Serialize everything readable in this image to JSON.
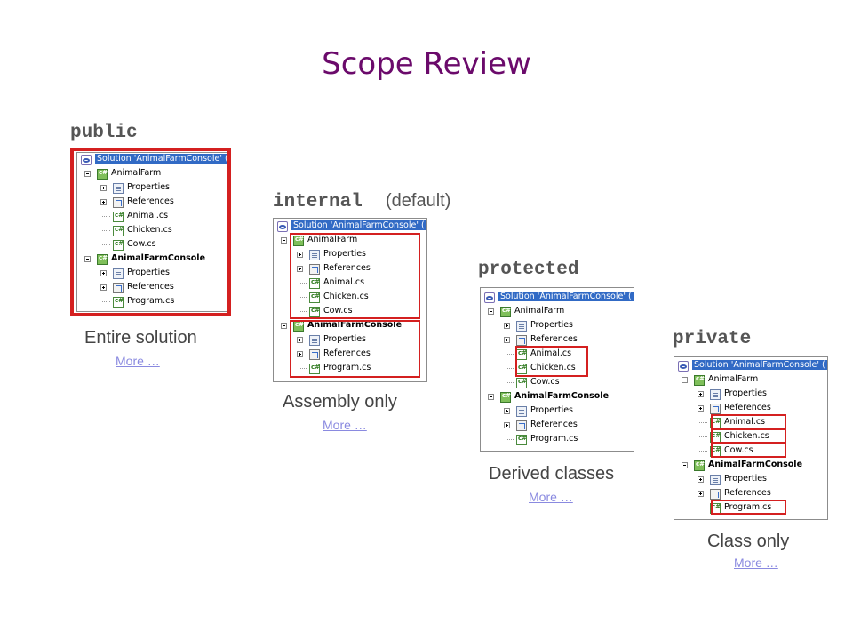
{
  "title": "Scope Review",
  "colors": {
    "title": "#6b0a6b",
    "highlight": "#d42020",
    "link": "#8a8ae0",
    "selection": "#316ac5"
  },
  "tree": [
    {
      "label": "Solution 'AnimalFarmConsole' (",
      "icon": "solution-icon",
      "indent": 0,
      "expander": "none",
      "style": "sel"
    },
    {
      "label": "AnimalFarm",
      "icon": "project-icon",
      "indent": 1,
      "expander": "minus",
      "style": ""
    },
    {
      "label": "Properties",
      "icon": "properties-icon",
      "indent": 2,
      "expander": "plus",
      "style": ""
    },
    {
      "label": "References",
      "icon": "references-icon",
      "indent": 2,
      "expander": "plus",
      "style": ""
    },
    {
      "label": "Animal.cs",
      "icon": "cs-file-icon",
      "indent": 2,
      "expander": "none",
      "style": ""
    },
    {
      "label": "Chicken.cs",
      "icon": "cs-file-icon",
      "indent": 2,
      "expander": "none",
      "style": ""
    },
    {
      "label": "Cow.cs",
      "icon": "cs-file-icon",
      "indent": 2,
      "expander": "none",
      "style": ""
    },
    {
      "label": "AnimalFarmConsole",
      "icon": "project-icon",
      "indent": 1,
      "expander": "minus",
      "style": "bold"
    },
    {
      "label": "Properties",
      "icon": "properties-icon",
      "indent": 2,
      "expander": "plus",
      "style": ""
    },
    {
      "label": "References",
      "icon": "references-icon",
      "indent": 2,
      "expander": "plus",
      "style": ""
    },
    {
      "label": "Program.cs",
      "icon": "cs-file-icon",
      "indent": 2,
      "expander": "none",
      "style": ""
    }
  ],
  "scopes": {
    "public": {
      "keyword": "public",
      "note": "",
      "caption": "Entire solution",
      "more": "More …"
    },
    "internal": {
      "keyword": "internal",
      "note": "(default)",
      "caption": "Assembly only",
      "more": "More …"
    },
    "protected": {
      "keyword": "protected",
      "note": "",
      "caption": "Derived classes",
      "more": "More …"
    },
    "private": {
      "keyword": "private",
      "note": "",
      "caption": "Class only",
      "more": "More …"
    }
  }
}
